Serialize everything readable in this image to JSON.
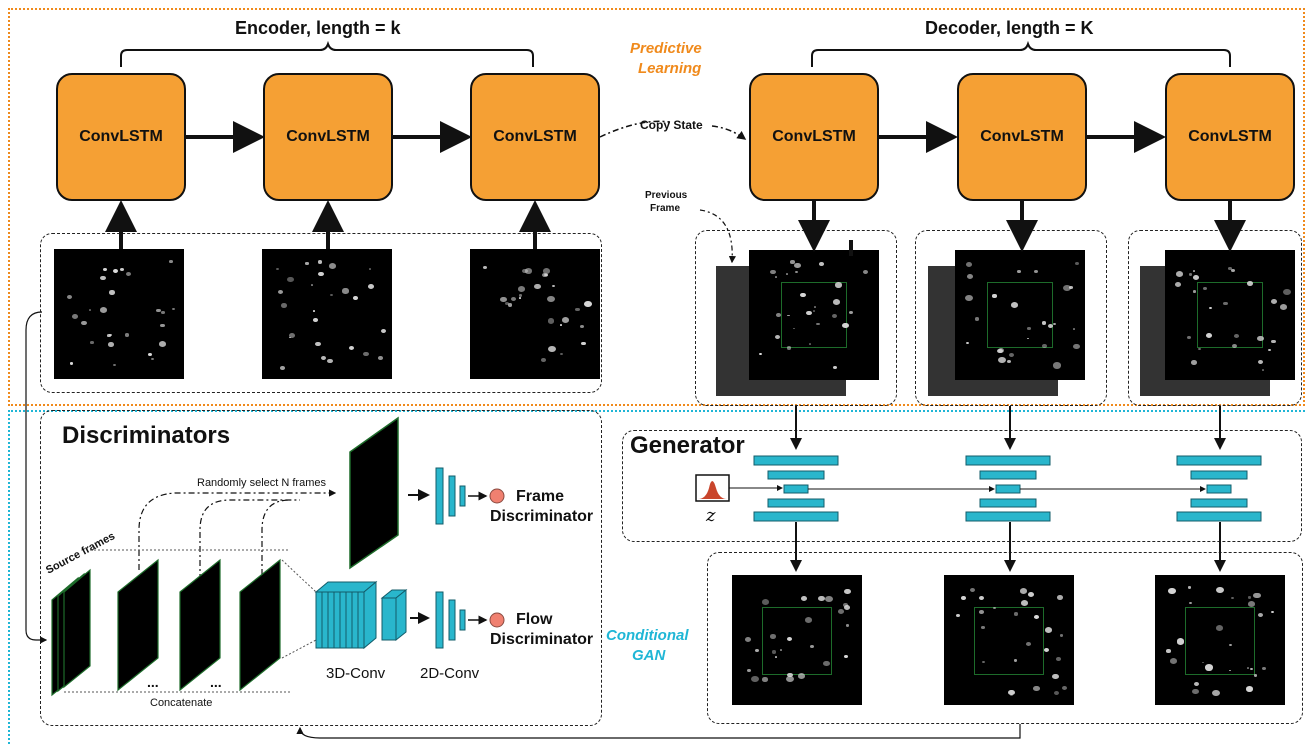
{
  "encoder_label": "Encoder, length = k",
  "decoder_label": "Decoder, length = K",
  "predictive_learning": [
    "Predictive",
    "Learning"
  ],
  "conditional_gan": [
    "Conditional",
    "GAN"
  ],
  "cell_label": "ConvLSTM",
  "copy_state": "Copy State",
  "previous_frame": [
    "Previous",
    "Frame"
  ],
  "discriminators_title": "Discriminators",
  "generator_title": "Generator",
  "randomly_select": "Randomly select N frames",
  "source_frames": "Source frames",
  "frame_disc": [
    "Frame",
    "Discriminator"
  ],
  "flow_disc": [
    "Flow",
    "Discriminator"
  ],
  "conv3d": "3D-Conv",
  "conv2d": "2D-Conv",
  "concatenate": "Concatenate",
  "dots": "...",
  "z_label": "z",
  "colors": {
    "lstm": "#f5a034",
    "conv": "#29b6cc",
    "orange_text": "#f08a1c",
    "cyan_text": "#1fb6d6",
    "node": "#f08070"
  }
}
